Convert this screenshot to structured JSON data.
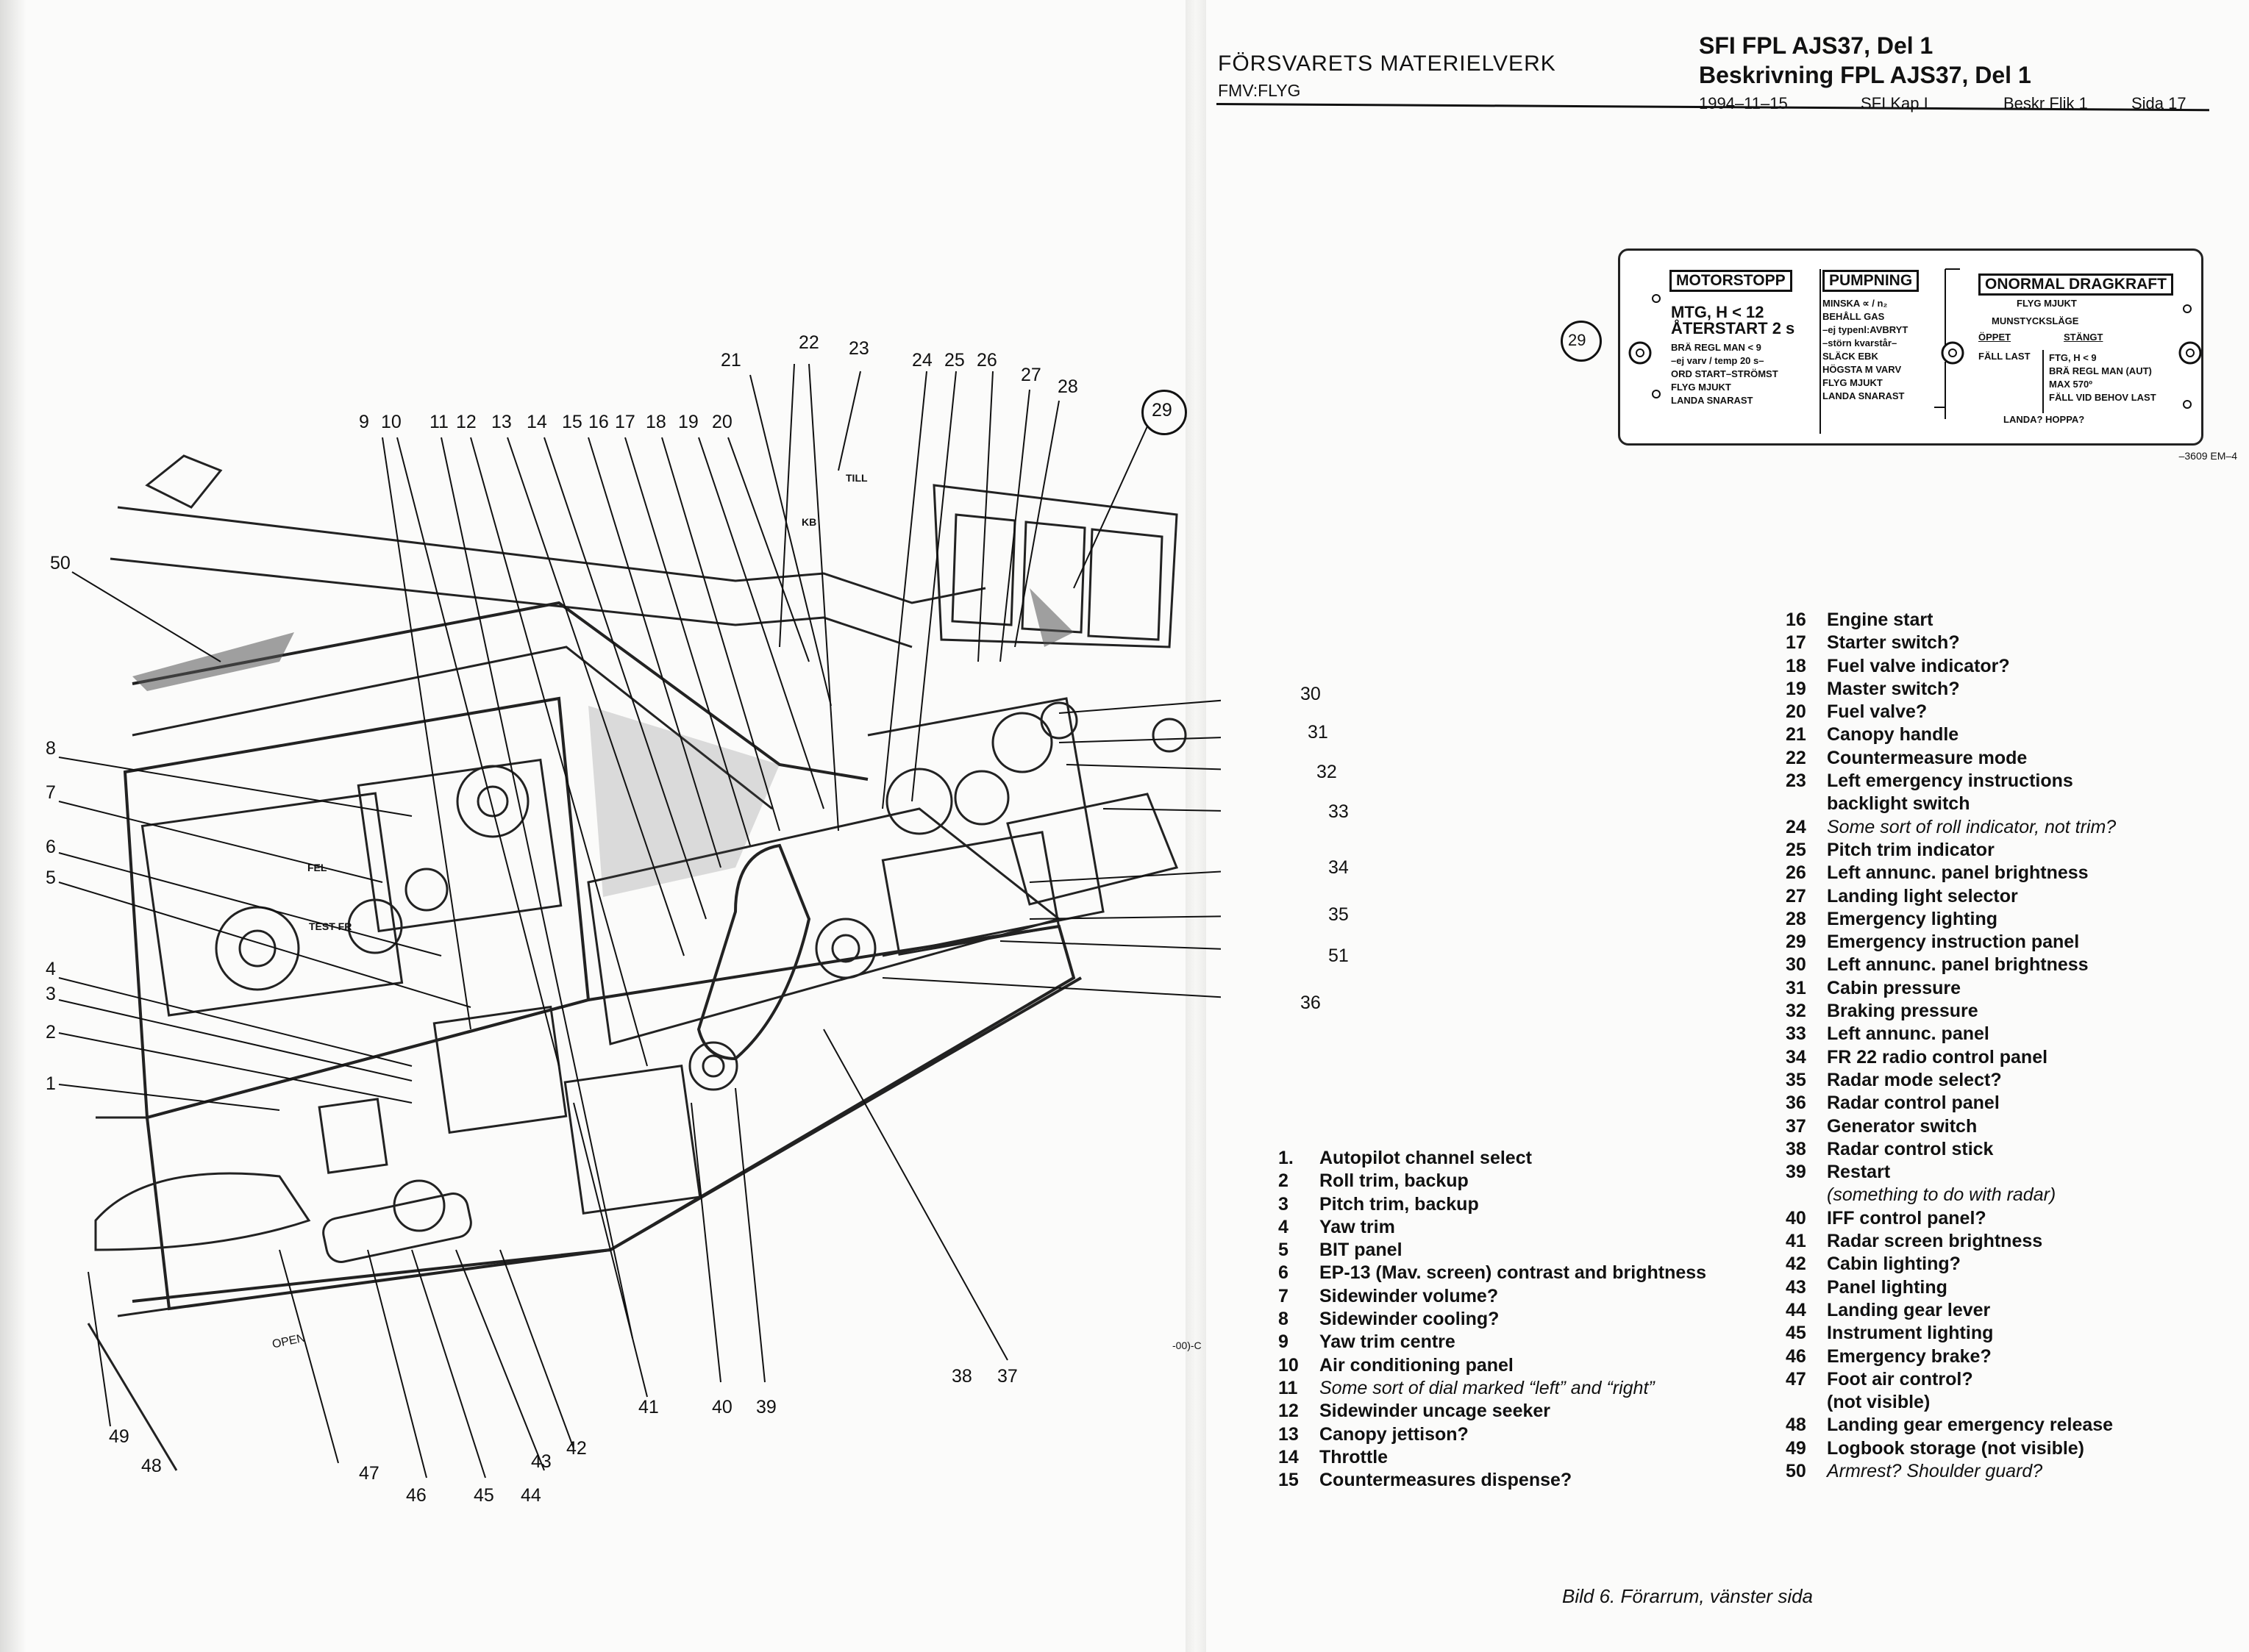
{
  "header": {
    "org": "FÖRSVARETS MATERIELVERK",
    "dept": "FMV:FLYG",
    "doc_line1": "SFI FPL AJS37, Del 1",
    "doc_line2": "Beskrivning FPL AJS37, Del 1",
    "date": "1994–11–15",
    "chapter": "SFI Kap I",
    "flik": "Beskr Flik 1",
    "page": "Sida  17"
  },
  "instruction_panel": {
    "ref": "29",
    "motorstopp": {
      "title": "MOTORSTOPP",
      "line1": "MTG, H < 12",
      "line2": "ÅTERSTART 2 s",
      "lines": [
        "BRÄ REGL MAN < 9",
        "–ej varv / temp 20 s–",
        "ORD START–STRÖMST",
        "FLYG MJUKT",
        "LANDA SNARAST"
      ]
    },
    "pumpning": {
      "title": "PUMPNING",
      "lines": [
        "MINSKA ∝ / n₂",
        "BEHÅLL GAS",
        "–ej typenl:AVBRYT",
        "–störn kvarstår–",
        "SLÄCK EBK",
        "HÖGSTA M VARV",
        "FLYG MJUKT",
        "LANDA SNARAST"
      ]
    },
    "dragkraft": {
      "title": "ONORMAL DRAGKRAFT",
      "flyg": "FLYG MJUKT",
      "munstycke": "MUNSTYCKSLÄGE",
      "oppet": "ÖPPET",
      "stangt": "STÄNGT",
      "fall_last": "FÄLL LAST",
      "lines": [
        "FTG, H < 9",
        "BRÄ REGL MAN (AUT)",
        "MAX 570º",
        "FÄLL VID BEHOV LAST"
      ],
      "landa": "LANDA?  HOPPA?"
    },
    "drawing_no": "–3609 EM–4"
  },
  "diagram": {
    "figure_code": "-00)-C",
    "callouts": [
      "1",
      "2",
      "3",
      "4",
      "5",
      "6",
      "7",
      "8",
      "9",
      "10",
      "11",
      "12",
      "13",
      "14",
      "15",
      "16",
      "17",
      "18",
      "19",
      "20",
      "21",
      "22",
      "23",
      "24",
      "25",
      "26",
      "27",
      "28",
      "29",
      "30",
      "31",
      "32",
      "33",
      "34",
      "35",
      "36",
      "37",
      "38",
      "39",
      "40",
      "41",
      "42",
      "43",
      "44",
      "45",
      "46",
      "47",
      "48",
      "49",
      "50",
      "51"
    ],
    "labels": {
      "till": "TILL",
      "kb": "KB",
      "open": "OPEN",
      "fel": "FEL",
      "test": "TEST FR"
    }
  },
  "legend_left": [
    {
      "num": "1.",
      "text": "Autopilot channel select",
      "italic": false
    },
    {
      "num": "2",
      "text": "Roll trim, backup",
      "italic": false
    },
    {
      "num": "3",
      "text": "Pitch trim, backup",
      "italic": false
    },
    {
      "num": "4",
      "text": "Yaw trim",
      "italic": false
    },
    {
      "num": "5",
      "text": "BIT panel",
      "italic": false
    },
    {
      "num": "6",
      "text": "EP-13 (Mav. screen) contrast and brightness",
      "italic": false
    },
    {
      "num": "7",
      "text": "Sidewinder volume?",
      "italic": false
    },
    {
      "num": "8",
      "text": "Sidewinder cooling?",
      "italic": false
    },
    {
      "num": "9",
      "text": "Yaw trim centre",
      "italic": false
    },
    {
      "num": "10",
      "text": "Air conditioning panel",
      "italic": false
    },
    {
      "num": "11",
      "text": "Some sort of dial marked “left” and “right”",
      "italic": true
    },
    {
      "num": "12",
      "text": "Sidewinder uncage seeker",
      "italic": false
    },
    {
      "num": "13",
      "text": "Canopy jettison?",
      "italic": false
    },
    {
      "num": "14",
      "text": "Throttle",
      "italic": false
    },
    {
      "num": "15",
      "text": "Countermeasures dispense?",
      "italic": false
    }
  ],
  "legend_right": [
    {
      "num": "16",
      "text": "Engine start",
      "italic": false
    },
    {
      "num": "17",
      "text": "Starter switch?",
      "italic": false
    },
    {
      "num": "18",
      "text": "Fuel valve indicator?",
      "italic": false
    },
    {
      "num": "19",
      "text": "Master switch?",
      "italic": false
    },
    {
      "num": "20",
      "text": "Fuel valve?",
      "italic": false
    },
    {
      "num": "21",
      "text": "Canopy handle",
      "italic": false
    },
    {
      "num": "22",
      "text": "Countermeasure mode",
      "italic": false
    },
    {
      "num": "23",
      "text": "Left emergency instructions",
      "italic": false
    },
    {
      "num": "",
      "text": "backlight switch",
      "italic": false
    },
    {
      "num": "24",
      "text": "Some sort of roll indicator, not trim?",
      "italic": true
    },
    {
      "num": "25",
      "text": "Pitch trim indicator",
      "italic": false
    },
    {
      "num": "26",
      "text": "Left annunc. panel brightness",
      "italic": false
    },
    {
      "num": "27",
      "text": "Landing light selector",
      "italic": false
    },
    {
      "num": "28",
      "text": "Emergency lighting",
      "italic": false
    },
    {
      "num": "29",
      "text": "Emergency instruction panel",
      "italic": false
    },
    {
      "num": "30",
      "text": "Left annunc. panel brightness",
      "italic": false
    },
    {
      "num": "31",
      "text": "Cabin pressure",
      "italic": false
    },
    {
      "num": "32",
      "text": "Braking pressure",
      "italic": false
    },
    {
      "num": "33",
      "text": "Left annunc. panel",
      "italic": false
    },
    {
      "num": "34",
      "text": "FR 22 radio control panel",
      "italic": false
    },
    {
      "num": "35",
      "text": "Radar mode select?",
      "italic": false
    },
    {
      "num": "36",
      "text": "Radar control panel",
      "italic": false
    },
    {
      "num": "37",
      "text": "Generator switch",
      "italic": false
    },
    {
      "num": "38",
      "text": "Radar control stick",
      "italic": false
    },
    {
      "num": "39",
      "text": "Restart",
      "italic": false
    },
    {
      "num": "",
      "text": "(something to do with radar)",
      "italic": true
    },
    {
      "num": "40",
      "text": "IFF control panel?",
      "italic": false
    },
    {
      "num": "41",
      "text": "Radar screen brightness",
      "italic": false
    },
    {
      "num": "42",
      "text": "Cabin lighting?",
      "italic": false
    },
    {
      "num": "43",
      "text": "Panel lighting",
      "italic": false
    },
    {
      "num": "44",
      "text": "Landing gear lever",
      "italic": false
    },
    {
      "num": "45",
      "text": "Instrument lighting",
      "italic": false
    },
    {
      "num": "46",
      "text": "Emergency brake?",
      "italic": false
    },
    {
      "num": "47",
      "text": "Foot air control?",
      "italic": false
    },
    {
      "num": "",
      "text": "(not visible)",
      "italic": false
    },
    {
      "num": "48",
      "text": "Landing gear emergency release",
      "italic": false
    },
    {
      "num": "49",
      "text": "Logbook storage (not visible)",
      "italic": false
    },
    {
      "num": "50",
      "text": "Armrest? Shoulder guard?",
      "italic": true
    }
  ],
  "caption": "Bild 6.   Förarrum, vänster sida"
}
